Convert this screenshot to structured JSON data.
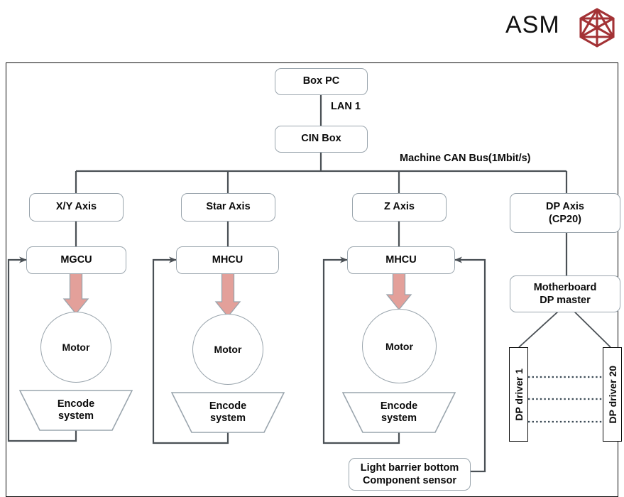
{
  "logo": {
    "text": "ASM",
    "mark_name": "hexagon-logo-mark",
    "mark_color": "#a33235"
  },
  "diagram": {
    "title_labels": {
      "lan": "LAN 1",
      "can_bus": "Machine CAN Bus(1Mbit/s)"
    },
    "nodes": {
      "box_pc": "Box PC",
      "cin_box": "CIN Box",
      "xy_axis": "X/Y Axis",
      "star_axis": "Star Axis",
      "z_axis": "Z Axis",
      "dp_axis_line1": "DP Axis",
      "dp_axis_line2": "(CP20)",
      "mgcu": "MGCU",
      "mhcu_star": "MHCU",
      "mhcu_z": "MHCU",
      "motherboard_line1": "Motherboard",
      "motherboard_line2": "DP master",
      "motor_xy": "Motor",
      "motor_star": "Motor",
      "motor_z": "Motor",
      "encoder_xy_line1": "Encode",
      "encoder_xy_line2": "system",
      "encoder_star_line1": "Encode",
      "encoder_star_line2": "system",
      "encoder_z_line1": "Encode",
      "encoder_z_line2": "system",
      "dp_driver_first": "DP driver 1",
      "dp_driver_last": "DP driver 20",
      "light_barrier_line1": "Light barrier bottom",
      "light_barrier_line2": "Component sensor"
    },
    "colors": {
      "node_border": "#9aa5ad",
      "wire": "#4a5055",
      "frame_border": "#0d0d0d",
      "drive_arrow_fill": "#e3a09a",
      "drive_arrow_stroke": "#9aa5ad",
      "dotted_line": "#3b4a55"
    }
  }
}
